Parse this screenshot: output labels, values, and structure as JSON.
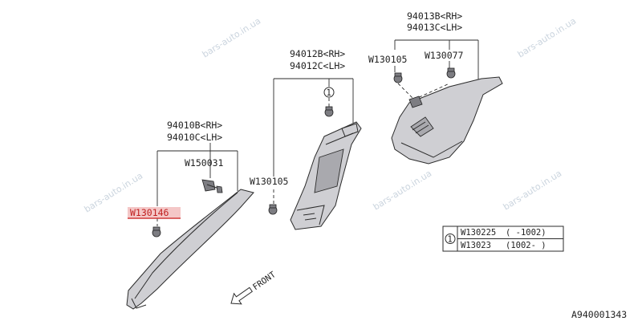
{
  "parts": {
    "group_a": {
      "rh": "94010B<RH>",
      "lh": "94010C<LH>"
    },
    "group_b": {
      "rh": "94012B<RH>",
      "lh": "94012C<LH>"
    },
    "group_c": {
      "rh": "94013B<RH>",
      "lh": "94013C<LH>"
    }
  },
  "callouts": {
    "w150031": "W150031",
    "w130146": "W130146",
    "w130105_mid": "W130105",
    "w130105_top": "W130105",
    "w130077": "W130077",
    "ref_marker": "1"
  },
  "legend": {
    "marker": "1",
    "rows": [
      {
        "code": "W130225",
        "range": "( -1002)"
      },
      {
        "code": "W13023",
        "range": "(1002- )"
      }
    ]
  },
  "direction_label": "FRONT",
  "drawing_number": "A940001343",
  "watermark": "bars-auto.in.ua",
  "colors": {
    "highlight_fill": "#f4c7c7",
    "highlight_underline": "#d23a3a",
    "watermark": "#b9c6d3"
  }
}
